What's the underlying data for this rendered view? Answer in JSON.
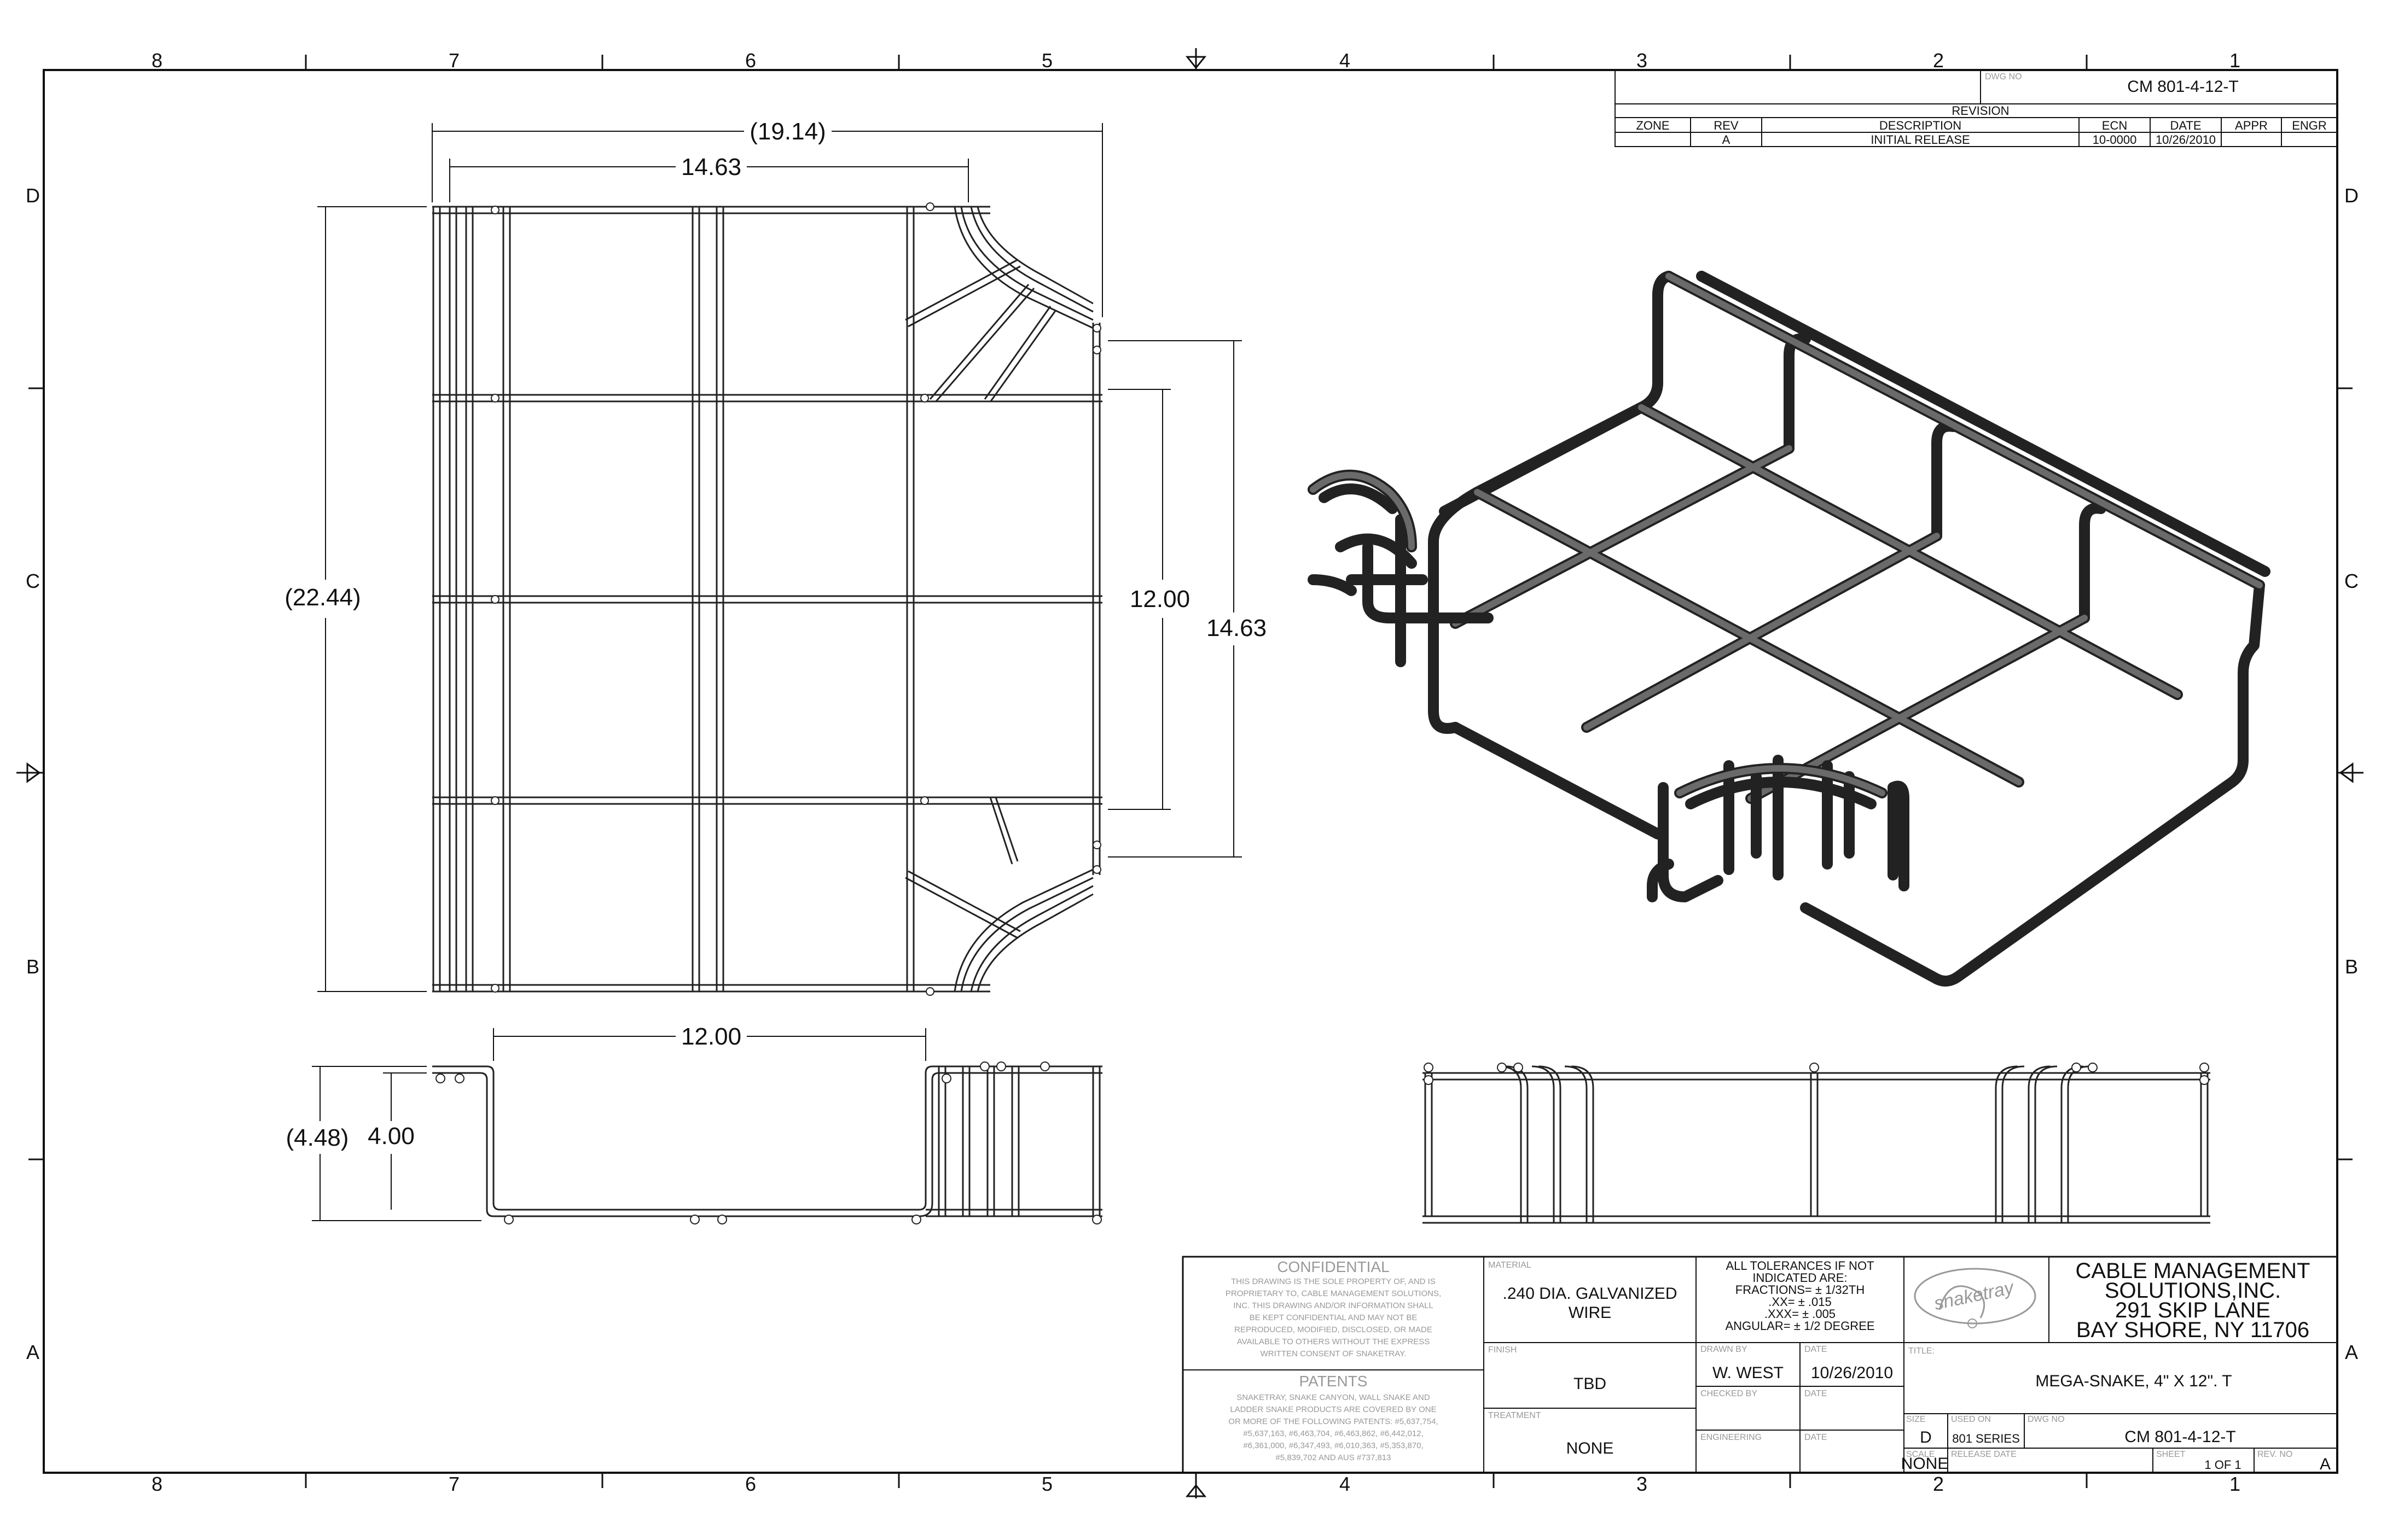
{
  "zones": {
    "columns": [
      "8",
      "7",
      "6",
      "5",
      "4",
      "3",
      "2",
      "1"
    ],
    "rows": [
      "D",
      "C",
      "B",
      "A"
    ]
  },
  "dimensions": {
    "top_overall": "(19.14)",
    "top_inner": "14.63",
    "left_overall": "(22.44)",
    "right_inner": "12.00",
    "right_outer": "14.63",
    "side_width": "12.00",
    "side_overall_height": "(4.48)",
    "side_height": "4.00"
  },
  "title_block": {
    "dwg_no_label": "DWG NO",
    "dwg_no": "CM 801-4-12-T",
    "revision_header": "REVISION",
    "revision_columns": [
      "ZONE",
      "REV",
      "DESCRIPTION",
      "ECN",
      "DATE",
      "APPR",
      "ENGR"
    ],
    "revision_row": [
      "",
      "A",
      "INITIAL RELEASE",
      "10-0000",
      "10/26/2010",
      "",
      ""
    ],
    "confidential_title": "CONFIDENTIAL",
    "confidential_text": [
      "THIS DRAWING IS THE SOLE PROPERTY OF, AND IS",
      "PROPRIETARY TO, CABLE MANAGEMENT SOLUTIONS,",
      "INC. THIS DRAWING AND/OR INFORMATION SHALL",
      "BE KEPT CONFIDENTIAL AND MAY NOT BE",
      "REPRODUCED, MODIFIED, DISCLOSED, OR MADE",
      "AVAILABLE TO OTHERS WITHOUT THE EXPRESS",
      "WRITTEN CONSENT OF SNAKETRAY."
    ],
    "patents_title": "PATENTS",
    "patents_text": [
      "SNAKETRAY, SNAKE CANYON, WALL SNAKE AND",
      "LADDER SNAKE PRODUCTS ARE COVERED BY ONE",
      "OR MORE OF THE FOLLOWING PATENTS: #5,637,754,",
      "#5,637,163, #6,463,704, #6,463,862, #6,442,012,",
      "#6,361,000, #6,347,493, #6,010,363, #5,353,870,",
      "#5,839,702 AND AUS #737,813"
    ],
    "material_label": "MATERIAL",
    "material": [
      ".240 DIA. GALVANIZED",
      "WIRE"
    ],
    "finish_label": "FINISH",
    "finish": "TBD",
    "treatment_label": "TREATMENT",
    "treatment": "NONE",
    "tolerances": [
      "ALL TOLERANCES IF NOT",
      "INDICATED ARE:",
      "FRACTIONS= ± 1/32TH",
      ".XX= ± .015",
      ".XXX= ± .005",
      "ANGULAR= ± 1/2 DEGREE"
    ],
    "drawn_by_label": "DRAWN BY",
    "drawn_by": "W. WEST",
    "date_label": "DATE",
    "drawn_date": "10/26/2010",
    "checked_by_label": "CHECKED BY",
    "engineering_label": "ENGINEERING",
    "logo_text": "snaketray",
    "company": [
      "CABLE MANAGEMENT",
      "SOLUTIONS,INC.",
      "291 SKIP LANE",
      "BAY SHORE, NY 11706"
    ],
    "title_label": "TITLE:",
    "title": "MEGA-SNAKE, 4\" X 12\". T",
    "size_label": "SIZE",
    "size": "D",
    "used_on_label": "USED ON",
    "used_on": "801 SERIES",
    "dwg_no_label2": "DWG NO",
    "scale_label": "SCALE",
    "scale": "NONE",
    "release_date_label": "RELEASE DATE",
    "sheet_label": "SHEET",
    "sheet": "1 OF 1",
    "rev_no_label": "REV. NO",
    "rev_no": "A"
  }
}
